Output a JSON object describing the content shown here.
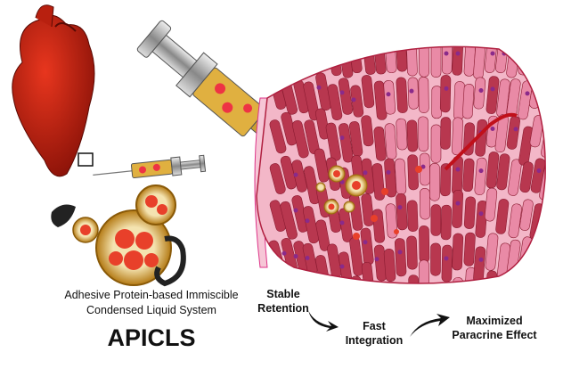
{
  "description": {
    "line1": "Adhesive Protein-based Immiscible",
    "line2": "Condensed Liquid System"
  },
  "acronym": "APICLS",
  "steps": [
    {
      "line1": "Stable",
      "line2": "Retention"
    },
    {
      "line1": "Fast",
      "line2": "Integration"
    },
    {
      "line1": "Maximized",
      "line2": "Paracrine Effect"
    }
  ],
  "colors": {
    "heart": "#c81e10",
    "tissue": "#b8374f",
    "tissue_light": "#e98aa6",
    "droplet": "#c8961e",
    "droplet_core": "#e8402a"
  }
}
